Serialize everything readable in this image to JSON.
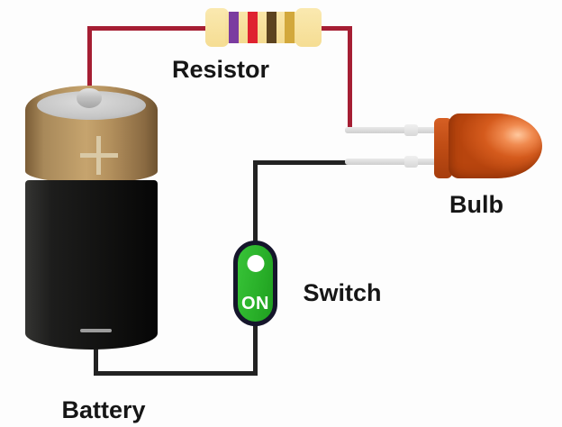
{
  "labels": {
    "battery": "Battery",
    "resistor": "Resistor",
    "switch": "Switch",
    "bulb": "Bulb"
  },
  "switch": {
    "state": "ON",
    "body_color": "#2AB12A",
    "border_color": "#15152B"
  },
  "battery": {
    "positive_symbol": "+",
    "negative_symbol": "-",
    "top_color": "#B3905D",
    "body_color": "#131312"
  },
  "resistor": {
    "body_color": "#F8E2A0",
    "bands": [
      {
        "name": "violet",
        "color": "#7B3CA0"
      },
      {
        "name": "red",
        "color": "#DF2230"
      },
      {
        "name": "brown",
        "color": "#5C431F"
      },
      {
        "name": "gold",
        "color": "#D2A83C"
      }
    ]
  },
  "bulb": {
    "color": "#CE5519",
    "lead_color": "#D8D8D8"
  },
  "wires": {
    "positive_color": "#A51E33",
    "negative_color": "#222222"
  },
  "components": [
    "Battery",
    "Resistor",
    "Switch",
    "Bulb"
  ]
}
